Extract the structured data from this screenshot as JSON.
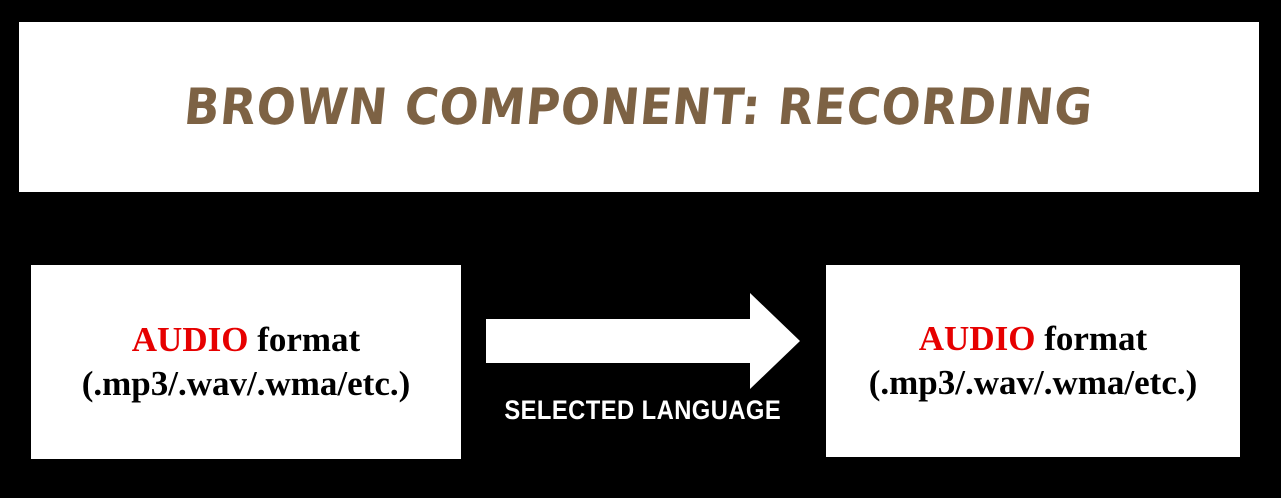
{
  "title": {
    "text": "BROWN COMPONENT: RECORDING",
    "color": "#7d6244"
  },
  "input_box": {
    "keyword": "AUDIO",
    "suffix": " format",
    "formats": "(.mp3/.wav/.wma/etc.)"
  },
  "arrow": {
    "label": "SELECTED LANGUAGE"
  },
  "output_box": {
    "keyword": "AUDIO",
    "suffix": " format",
    "formats": "(.mp3/.wav/.wma/etc.)"
  },
  "colors": {
    "background": "#000000",
    "panel": "#ffffff",
    "keyword": "#e60000"
  }
}
